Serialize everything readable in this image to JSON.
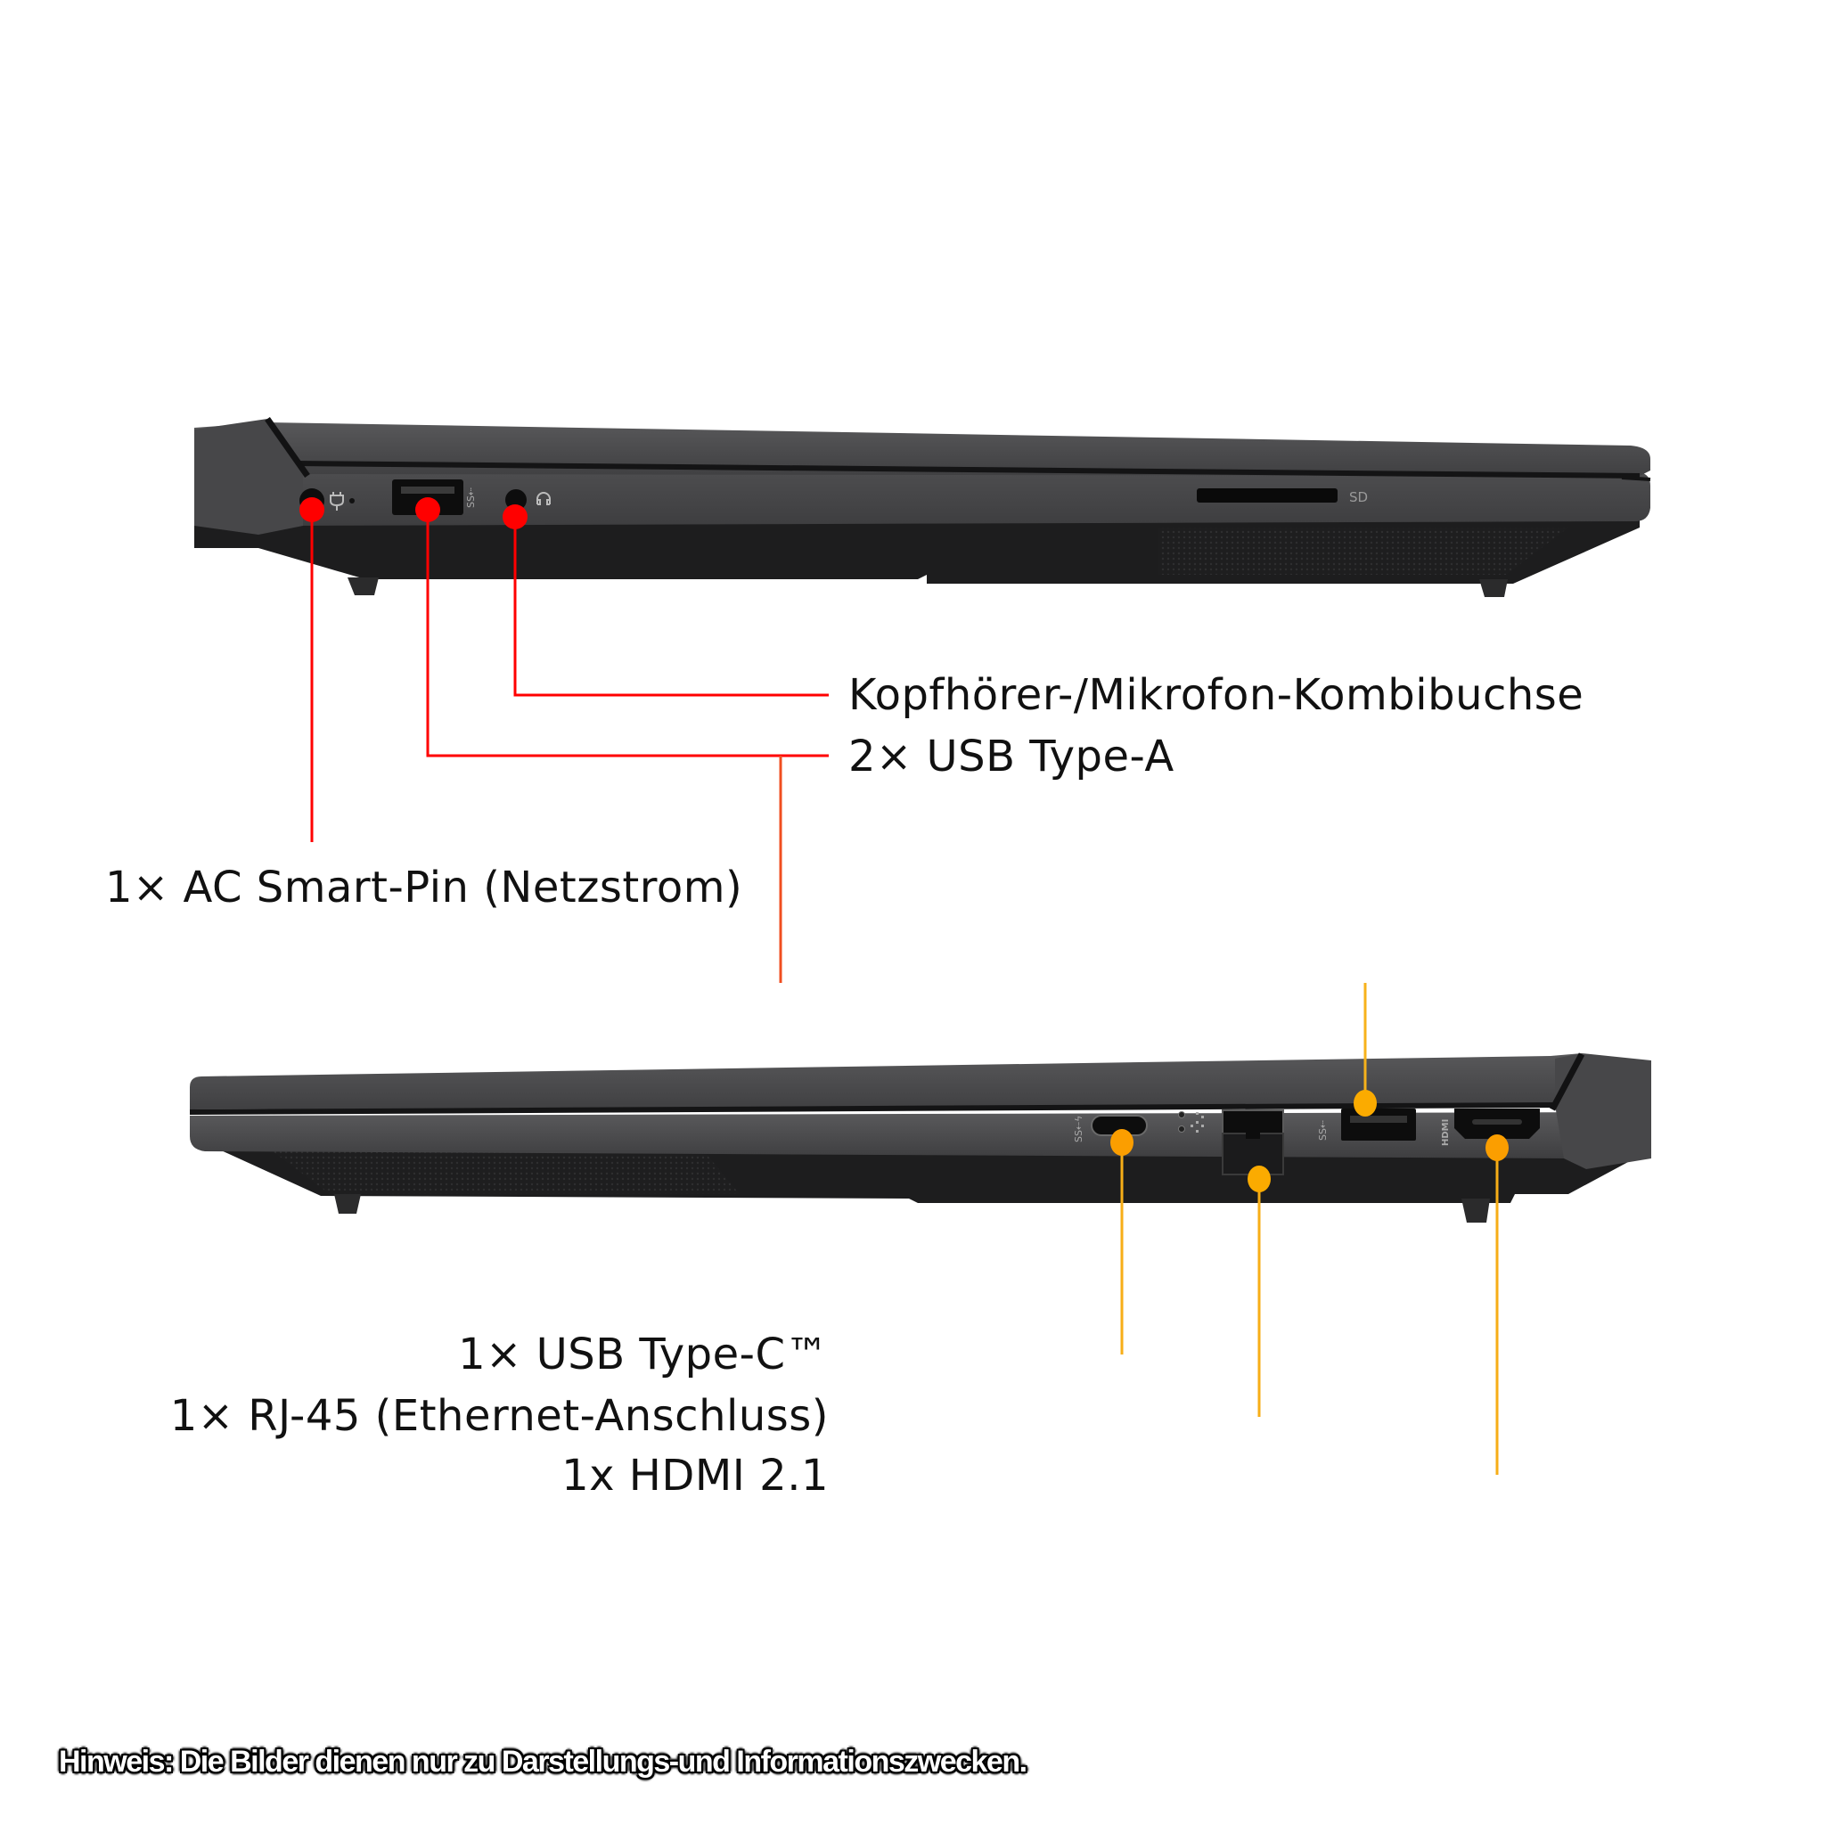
{
  "colors": {
    "background": "#ffffff",
    "chassis_top": "#4a4a4c",
    "chassis_mid": "#3a3a3c",
    "chassis_bottom": "#1c1c1d",
    "port_black": "#0d0d0d",
    "callout_red": "#ff0000",
    "callout_orange_start": "#f25a1e",
    "callout_orange_end": "#f7b21b",
    "marker_orange": "#fbab00",
    "text": "#111111"
  },
  "top_view": {
    "side": "left",
    "port_icons": {
      "power": "power-plug-icon",
      "usb_a": "usb-superspeed-icon",
      "audio": "headset-icon",
      "sd": "SD"
    },
    "sd_label": "SD",
    "callouts": [
      {
        "id": "audio",
        "label": "Kopfhörer-/Mikrofon-Kombibuchse",
        "marker_color": "#ff0000"
      },
      {
        "id": "usb_a",
        "label": "2× USB Type-A",
        "marker_color": "#ff0000"
      },
      {
        "id": "power",
        "label": "1× AC Smart-Pin (Netzstrom)",
        "marker_color": "#ff0000"
      }
    ]
  },
  "bottom_view": {
    "side": "right",
    "port_icons": {
      "usb_c": "usb-superspeed-charging-icon",
      "ethernet": "ethernet-network-icon",
      "usb_a": "usb-superspeed-icon",
      "hdmi": "hdmi-icon"
    },
    "hdmi_mark": "HDMI",
    "callouts": [
      {
        "id": "usb_c",
        "label": "1× USB Type-C™",
        "marker_color": "#fbab00"
      },
      {
        "id": "rj45",
        "label": "1× RJ-45 (Ethernet-Anschluss)",
        "marker_color": "#fbab00"
      },
      {
        "id": "hdmi",
        "label": "1x HDMI 2.1",
        "marker_color": "#fbab00"
      }
    ]
  },
  "footer": {
    "note": "Hinweis: Die Bilder dienen nur zu Darstellungs-und Informationszwecken."
  }
}
